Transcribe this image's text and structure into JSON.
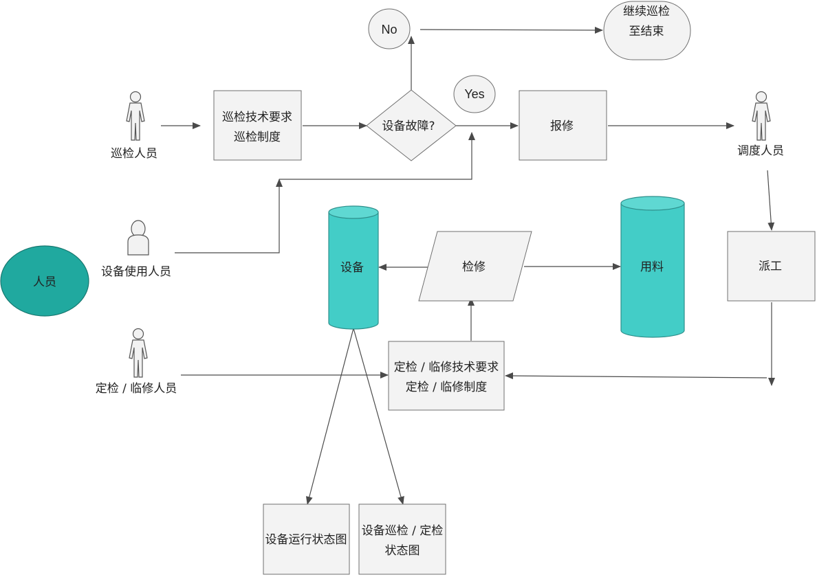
{
  "nodes": {
    "no": "No",
    "continue": [
      "继续巡检",
      "至结束"
    ],
    "yes": "Yes",
    "patrol_req": [
      "巡检技术要求",
      "巡检制度"
    ],
    "fault": "设备故障?",
    "repair_report": "报修",
    "patrol_staff": "巡检人员",
    "dispatcher": "调度人员",
    "dispatch": "派工",
    "equipment": "设备",
    "maintenance": "检修",
    "material": "用料",
    "personnel": "人员",
    "device_user": "设备使用人员",
    "inspect_staff": "定检 / 临修人员",
    "inspect_req": [
      "定检 / 临修技术要求",
      "定检 / 临修制度"
    ],
    "run_status": "设备运行状态图",
    "inspect_status": [
      "设备巡检 / 定检",
      "状态图"
    ]
  },
  "colors": {
    "accent_teal": "#43cdc7",
    "box_fill": "#f3f3f3",
    "line": "#4a4a4a"
  }
}
